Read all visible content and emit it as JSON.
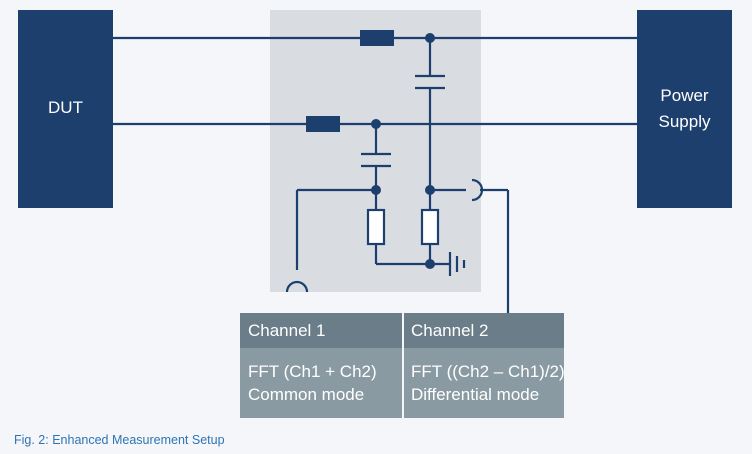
{
  "diagram": {
    "dut_label": "DUT",
    "power_supply_label_line1": "Power",
    "power_supply_label_line2": "Supply",
    "channel1": {
      "title": "Channel 1",
      "line1": "FFT (Ch1 + Ch2)",
      "line2": "Common mode"
    },
    "channel2": {
      "title": "Channel 2",
      "line1": "FFT ((Ch2 – Ch1)/2)",
      "line2": "Differential mode"
    },
    "caption": "Fig. 2: Enhanced Measurement Setup"
  },
  "colors": {
    "box_navy": "#1d3f6e",
    "wire": "#1d3f6e",
    "network_panel": "#d9dde1",
    "channel_header": "#6b7d88",
    "channel_body": "#8a9aa3",
    "caption": "#2e74b5"
  }
}
